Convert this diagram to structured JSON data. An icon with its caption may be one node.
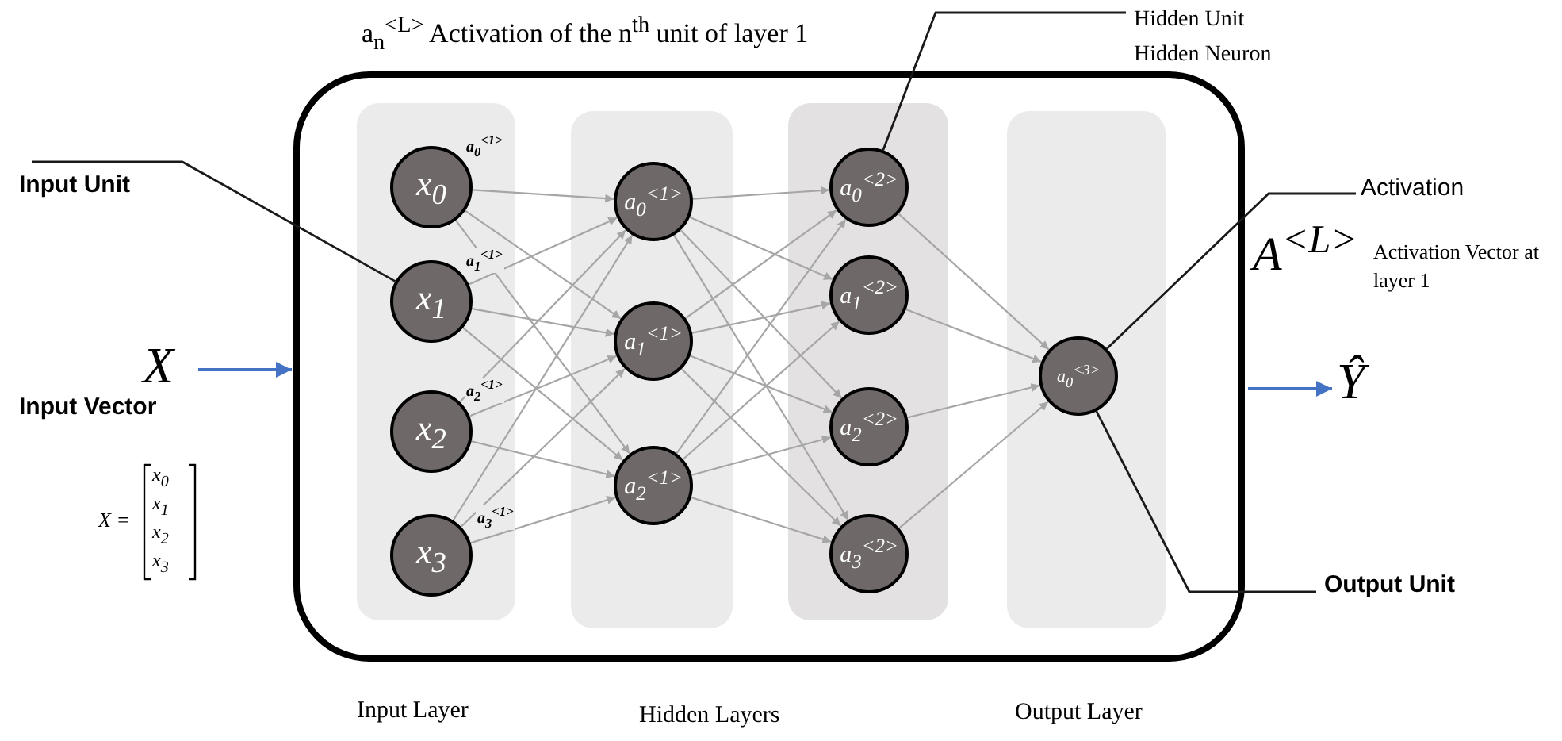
{
  "diagram": {
    "nodes": [
      {
        "text": [
          "Input Unit"
        ]
      },
      {
        "text": [
          "X",
          "Input Vector"
        ]
      },
      {
        "text": [],
        "shape": "box"
      },
      {
        "text": [],
        "shape": "box",
        "in": 2
      },
      {
        "text": [
          "x$_{0}$"
        ],
        "in": 3,
        "beside": [
          "a$_{0}$$^{<1>}$"
        ]
      },
      {
        "text": [
          "x$_{1}$"
        ],
        "in": 3,
        "beside": [
          "a$_{1}$$^{<1>}$"
        ]
      },
      {
        "text": [
          "x$_{2}$"
        ],
        "in": 3,
        "beside": [
          "a$_{2}$$^{<1>}$"
        ]
      },
      {
        "text": [
          "x$_{3}$"
        ],
        "in": 3,
        "beside": [
          "a$_{3}$$^{<1>}$"
        ]
      },
      {
        "text": [],
        "shape": "box",
        "in": 2
      },
      {
        "text": [
          "a$_{0}$$^{<1>}$"
        ],
        "in": 8
      },
      {
        "text": [
          "a$_{1}$$^{<1>}$"
        ],
        "in": 8
      },
      {
        "text": [
          "a$_{2}$$^{<1>}$"
        ],
        "in": 8
      },
      {
        "text": [],
        "shape": "box",
        "in": 2
      },
      {
        "text": [
          "a$_{0}$$^{<2>}$"
        ],
        "in": 12
      },
      {
        "text": [
          "a$_{1}$$^{<2>}$"
        ],
        "in": 12
      },
      {
        "text": [
          "a$_{2}$$^{<2>}$"
        ],
        "in": 12
      },
      {
        "text": [
          "a$_{3}$$^{<2>}$"
        ],
        "in": 12
      },
      {
        "text": [],
        "shape": "box",
        "in": 2
      },
      {
        "text": [
          "a$_{0}$$^{<3>}$"
        ],
        "in": 17
      },
      {
        "text": [
          "Hidden Unit",
          "Hidden Neuron"
        ]
      },
      {
        "text": [
          "Activation"
        ]
      },
      {
        "text": [
          "Output Unit"
        ]
      },
      {
        "text": [
          "Ŷ"
        ]
      }
    ],
    "edges": [
      {
        "from": 4,
        "to": 9,
        "arrow": "to"
      },
      {
        "from": 4,
        "to": 10,
        "arrow": "to"
      },
      {
        "from": 4,
        "to": 11,
        "arrow": "to"
      },
      {
        "from": 5,
        "to": 9,
        "arrow": "to"
      },
      {
        "from": 5,
        "to": 10,
        "arrow": "to"
      },
      {
        "from": 5,
        "to": 11,
        "arrow": "to"
      },
      {
        "from": 6,
        "to": 9,
        "arrow": "to"
      },
      {
        "from": 6,
        "to": 10,
        "arrow": "to"
      },
      {
        "from": 6,
        "to": 11,
        "arrow": "to"
      },
      {
        "from": 7,
        "to": 9,
        "arrow": "to"
      },
      {
        "from": 7,
        "to": 10,
        "arrow": "to"
      },
      {
        "from": 7,
        "to": 11,
        "arrow": "to"
      },
      {
        "from": 9,
        "to": 13,
        "arrow": "to"
      },
      {
        "from": 9,
        "to": 14,
        "arrow": "to"
      },
      {
        "from": 9,
        "to": 15,
        "arrow": "to"
      },
      {
        "from": 9,
        "to": 16,
        "arrow": "to"
      },
      {
        "from": 10,
        "to": 13,
        "arrow": "to"
      },
      {
        "from": 10,
        "to": 14,
        "arrow": "to"
      },
      {
        "from": 10,
        "to": 15,
        "arrow": "to"
      },
      {
        "from": 10,
        "to": 16,
        "arrow": "to"
      },
      {
        "from": 11,
        "to": 13,
        "arrow": "to"
      },
      {
        "from": 11,
        "to": 14,
        "arrow": "to"
      },
      {
        "from": 11,
        "to": 15,
        "arrow": "to"
      },
      {
        "from": 11,
        "to": 16,
        "arrow": "to"
      },
      {
        "from": 13,
        "to": 18,
        "arrow": "to"
      },
      {
        "from": 14,
        "to": 18,
        "arrow": "to"
      },
      {
        "from": 15,
        "to": 18,
        "arrow": "to"
      },
      {
        "from": 16,
        "to": 18,
        "arrow": "to"
      },
      {
        "from": 1,
        "to": 2,
        "arrow": "to",
        "color": "#4472c4"
      },
      {
        "from": 2,
        "to": 22,
        "arrow": "to",
        "color": "#4472c4"
      },
      {
        "from": 0,
        "to": 5,
        "arrow": "none",
        "color": "#1a1a1a"
      },
      {
        "from": 19,
        "to": 13,
        "arrow": "none",
        "color": "#1a1a1a"
      },
      {
        "from": 20,
        "to": 18,
        "arrow": "none",
        "color": "#1a1a1a"
      },
      {
        "from": 21,
        "to": 18,
        "arrow": "none",
        "color": "#1a1a1a"
      }
    ],
    "labels": [
      "a$_{n}$$^{<L>}$ Activation of the n$^{th}$ unit of layer 1",
      "A$^{<L>}$",
      "Activation Vector at layer 1",
      "X =",
      "x$_{0}$",
      "x$_{1}$",
      "x$_{2}$",
      "x$_{3}$",
      "Input Layer",
      "Hidden Layers",
      "Output Layer"
    ]
  }
}
